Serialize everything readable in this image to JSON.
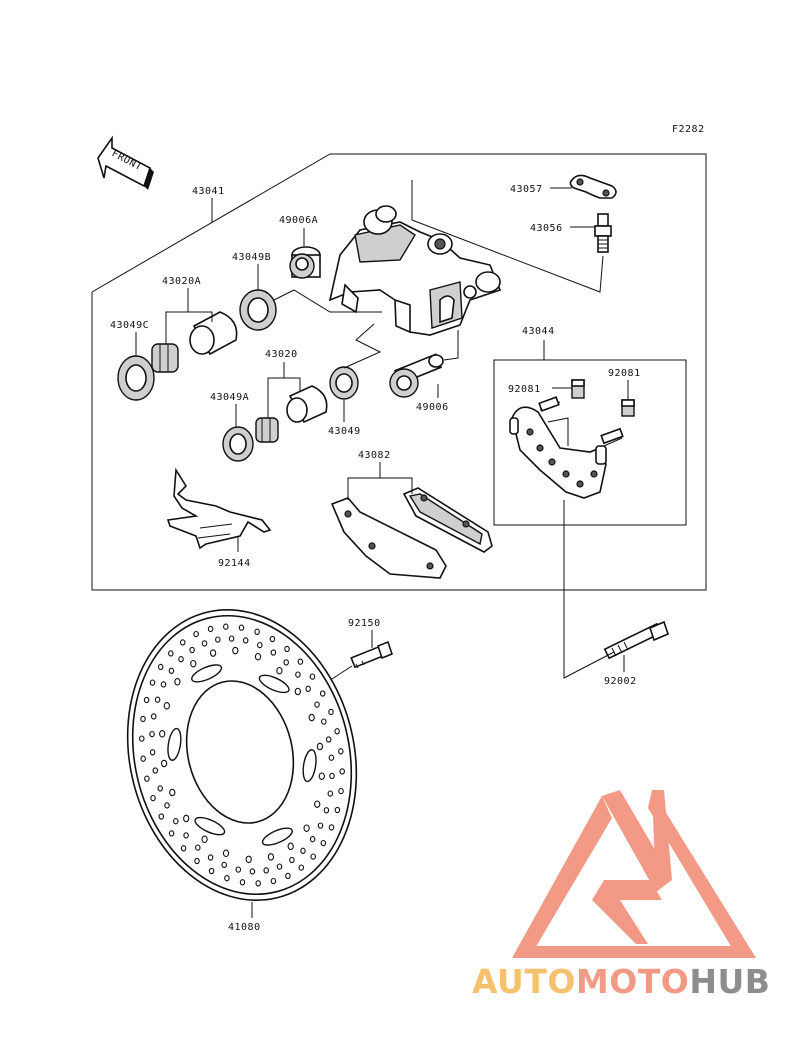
{
  "figure_code": "F2282",
  "front_label": "FRONT",
  "parts": {
    "p43041": "43041",
    "p43057": "43057",
    "p43056": "43056",
    "p49006A": "49006A",
    "p43049B": "43049B",
    "p43020A": "43020A",
    "p43049C": "43049C",
    "p43020": "43020",
    "p43049A": "43049A",
    "p43049": "43049",
    "p49006": "49006",
    "p43044": "43044",
    "p92081a": "92081",
    "p92081b": "92081",
    "p43082": "43082",
    "p92144": "92144",
    "p92150": "92150",
    "p92002": "92002",
    "p41080": "41080"
  },
  "watermark": {
    "part1": "AUTO",
    "part2": "MOTO",
    "part3": "HUB",
    "colors": {
      "auto": "#f4c26c",
      "moto": "#f29a85",
      "hub": "#8d8d8d",
      "logo": "#f29a85"
    }
  }
}
